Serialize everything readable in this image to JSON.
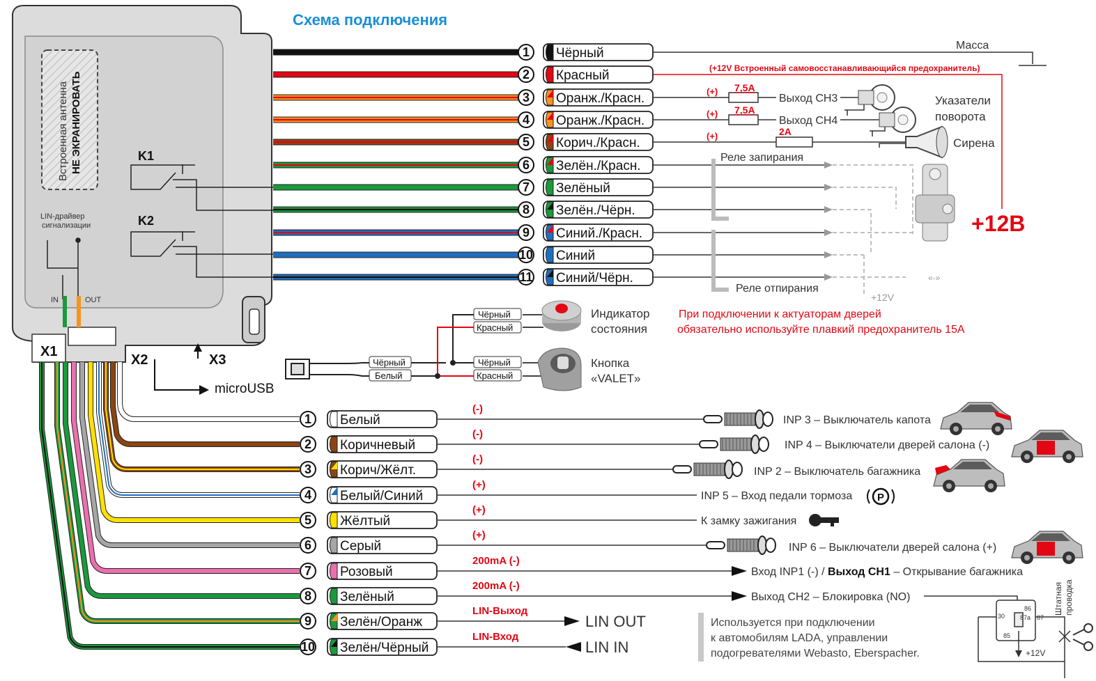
{
  "title": "Схема подключения",
  "unit": {
    "antenna_line1": "Встроенная антенна",
    "antenna_line2": "НЕ ЭКРАНИРОВАТЬ",
    "lin_driver_line1": "LIN-драйвер",
    "lin_driver_line2": "сигнализации",
    "in_label": "IN",
    "out_label": "OUT",
    "k1": "K1",
    "k2": "K2",
    "x1": "X1",
    "x2": "X2",
    "x3": "X3",
    "micro_usb": "microUSB"
  },
  "x3_wires": {
    "black": "Чёрный",
    "white": "Белый"
  },
  "indicator": {
    "black": "Чёрный",
    "red": "Красный",
    "name_line1": "Индикатор",
    "name_line2": "состояния"
  },
  "valet": {
    "black": "Чёрный",
    "red": "Красный",
    "name_line1": "Кнопка",
    "name_line2": "«VALET»"
  },
  "top_wires": [
    {
      "n": "1",
      "label": "Чёрный",
      "colors": [
        "#111111"
      ]
    },
    {
      "n": "2",
      "label": "Красный",
      "colors": [
        "#e30613"
      ]
    },
    {
      "n": "3",
      "label": "Оранж./Красн.",
      "colors": [
        "#f7941d",
        "#e30613"
      ]
    },
    {
      "n": "4",
      "label": "Оранж./Красн.",
      "colors": [
        "#f7941d",
        "#e30613"
      ]
    },
    {
      "n": "5",
      "label": "Корич./Красн.",
      "colors": [
        "#8b4513",
        "#e30613"
      ]
    },
    {
      "n": "6",
      "label": "Зелён./Красн.",
      "colors": [
        "#1a9a3c",
        "#e30613"
      ]
    },
    {
      "n": "7",
      "label": "Зелёный",
      "colors": [
        "#1a9a3c"
      ]
    },
    {
      "n": "8",
      "label": "Зелён./Чёрн.",
      "colors": [
        "#1a9a3c",
        "#111111"
      ]
    },
    {
      "n": "9",
      "label": "Синий./Красн.",
      "colors": [
        "#1f6fc0",
        "#e30613"
      ]
    },
    {
      "n": "10",
      "label": "Синий",
      "colors": [
        "#1f6fc0"
      ]
    },
    {
      "n": "11",
      "label": "Синий/Чёрн.",
      "colors": [
        "#1f6fc0",
        "#111111"
      ]
    }
  ],
  "top_right": {
    "massa": "Масса",
    "fuse_note": "(+12V Встроенный самовосстанавливающийся предохранитель)",
    "plus": "(+)",
    "fuse_75": "7,5A",
    "fuse_2": "2A",
    "out_ch3": "Выход CH3",
    "out_ch4": "Выход CH4",
    "turn_line1": "Указатели",
    "turn_line2": "поворота",
    "siren": "Сирена",
    "relay_lock": "Реле запирания",
    "relay_unlock": "Реле отпирания",
    "plus12v": "+12V",
    "arrows": "«-»",
    "big_plus12": "+12B",
    "warning_line1": "При подключении к актуаторам дверей",
    "warning_line2": "обязательно используйте плавкий предохранитель 15A"
  },
  "bottom_wires": [
    {
      "n": "1",
      "label": "Белый",
      "colors": [
        "#ffffff"
      ],
      "polarity": "(-)",
      "dest": "INP 3 – Выключатель капота"
    },
    {
      "n": "2",
      "label": "Коричневый",
      "colors": [
        "#8b4513"
      ],
      "polarity": "(-)",
      "dest": "INP 4 – Выключатели дверей салона (-)"
    },
    {
      "n": "3",
      "label": "Корич/Жёлт.",
      "colors": [
        "#8b4513",
        "#ffe100"
      ],
      "polarity": "(-)",
      "dest": "INP 2 – Выключатель багажника"
    },
    {
      "n": "4",
      "label": "Белый/Синий",
      "colors": [
        "#ffffff",
        "#1f6fc0"
      ],
      "polarity": "(+)",
      "dest": "INP 5 – Вход педали тормоза"
    },
    {
      "n": "5",
      "label": "Жёлтый",
      "colors": [
        "#ffe100"
      ],
      "polarity": "(+)",
      "dest": "К замку зажигания"
    },
    {
      "n": "6",
      "label": "Серый",
      "colors": [
        "#a6a6a6"
      ],
      "polarity": "(+)",
      "dest": "INP 6 – Выключатели дверей салона (+)"
    },
    {
      "n": "7",
      "label": "Розовый",
      "colors": [
        "#ec6fb0"
      ],
      "polarity": "200mA (-)",
      "dest_a": "Вход INP1 (-) / ",
      "dest_b": "Выход CH1",
      "dest_c": " – Открывание багажника"
    },
    {
      "n": "8",
      "label": "Зелёный",
      "colors": [
        "#1a9a3c"
      ],
      "polarity": "200mA (-)",
      "dest": "Выход CH2 – Блокировка (NO)"
    },
    {
      "n": "9",
      "label": "Зелён/Оранж",
      "colors": [
        "#1a9a3c",
        "#f7941d"
      ],
      "polarity": "LIN-Выход",
      "dest": "LIN OUT"
    },
    {
      "n": "10",
      "label": "Зелён/Чёрный",
      "colors": [
        "#1a9a3c",
        "#111111"
      ],
      "polarity": "LIN-Вход",
      "dest": "LIN IN"
    }
  ],
  "bottom_right": {
    "lada_line1": "Используется при подключении",
    "lada_line2": "к автомобилям LADA, управлении",
    "lada_line3": "подогревателями Webasto, Eberspacher.",
    "stock_line1": "Штатная",
    "stock_line2": "проводка",
    "relay_86": "86",
    "relay_30": "30",
    "relay_87": "87",
    "relay_87a": "87a",
    "relay_85": "85",
    "plus12v": "+12V"
  }
}
